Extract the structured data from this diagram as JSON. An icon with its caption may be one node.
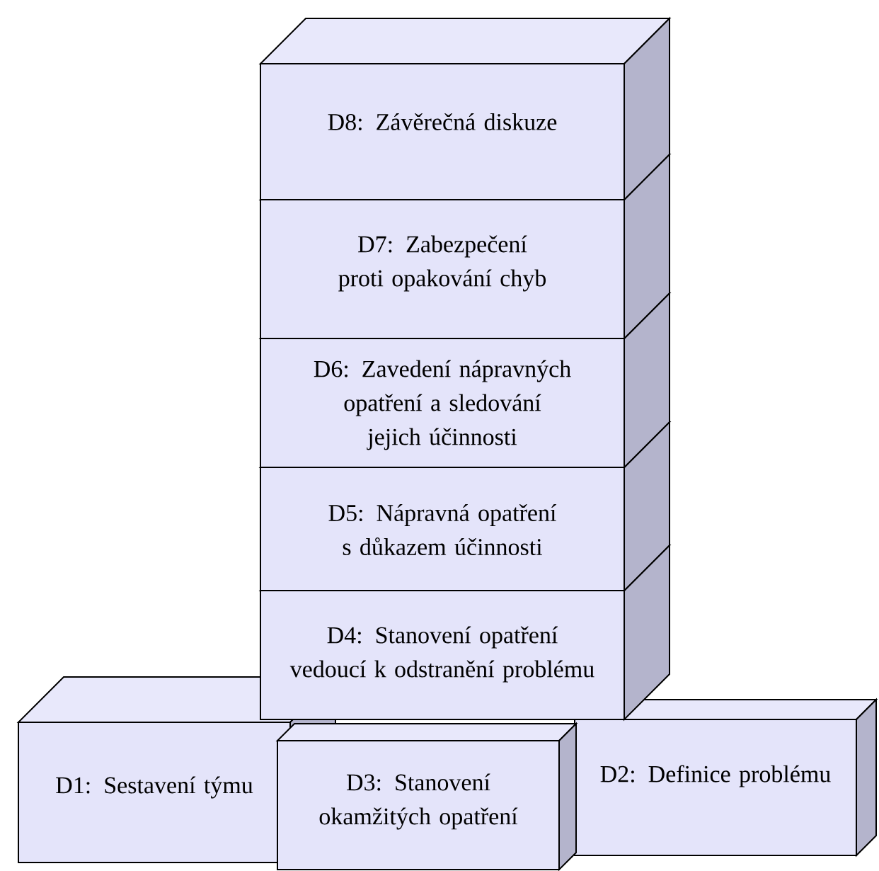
{
  "diagram": {
    "nodes": [
      {
        "text": [
          "D8: Závěrečná diskuze"
        ]
      },
      {
        "text": [
          "D7: Zabezpečení proti opakování chyb"
        ]
      },
      {
        "text": [
          "D6: Zavedení nápravných opatření a sledování jejich účinnosti"
        ]
      },
      {
        "text": [
          "D5: Nápravná opatření s důkazem účinnosti"
        ]
      },
      {
        "text": [
          "D4: Stanovení opatření vedoucí k odstranění problému"
        ]
      },
      {
        "text": [
          "D1: Sestavení týmu"
        ]
      },
      {
        "text": [
          "D3: Stanovení okamžitých opatření"
        ]
      },
      {
        "text": [
          "D2: Definice problému"
        ]
      }
    ]
  }
}
